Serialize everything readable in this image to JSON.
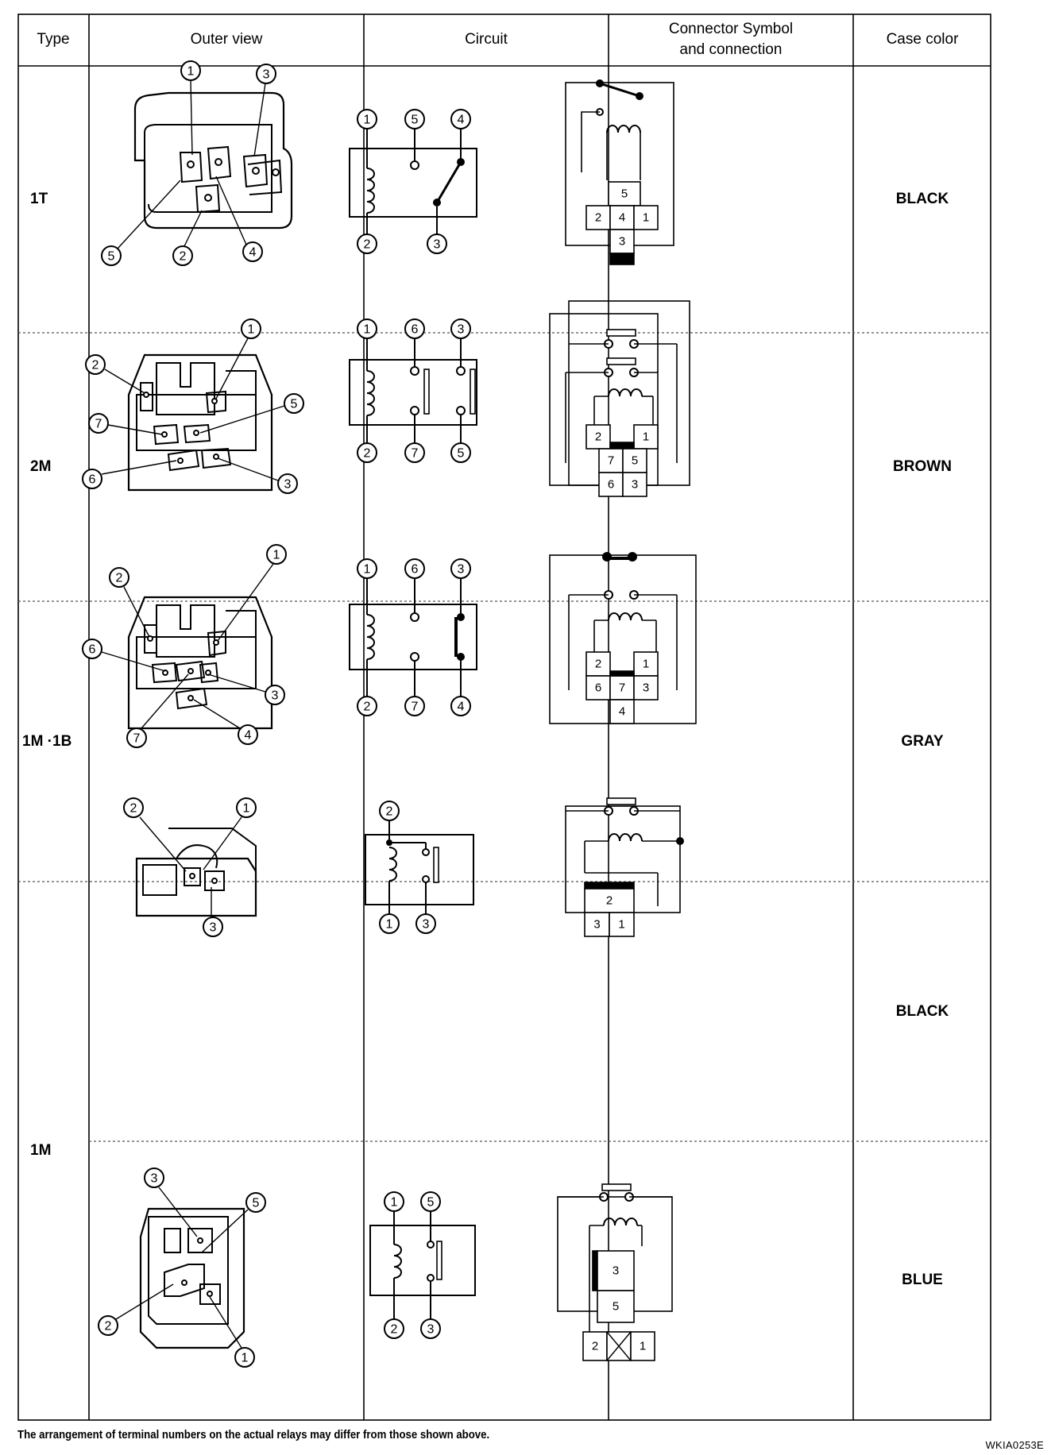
{
  "headers": {
    "type": "Type",
    "outer_view": "Outer view",
    "circuit": "Circuit",
    "connector_line1": "Connector Symbol",
    "connector_line2": "and connection",
    "case_color": "Case color"
  },
  "rows": [
    {
      "type": "1T",
      "case_color": "BLACK",
      "outer_terminals": [
        "1",
        "3",
        "5",
        "2",
        "4"
      ],
      "circuit_terminals": [
        "1",
        "5",
        "4",
        "2",
        "3"
      ],
      "connector_terminals": [
        "5",
        "2",
        "4",
        "1",
        "3"
      ]
    },
    {
      "type": "2M",
      "case_color": "BROWN",
      "outer_terminals": [
        "1",
        "2",
        "5",
        "7",
        "6",
        "3"
      ],
      "circuit_terminals": [
        "1",
        "6",
        "3",
        "2",
        "7",
        "5"
      ],
      "connector_terminals": [
        "2",
        "1",
        "7",
        "5",
        "6",
        "3"
      ]
    },
    {
      "type": "1M ·1B",
      "case_color": "GRAY",
      "outer_terminals": [
        "1",
        "2",
        "6",
        "3",
        "7",
        "4"
      ],
      "circuit_terminals": [
        "1",
        "6",
        "3",
        "2",
        "7",
        "4"
      ],
      "connector_terminals": [
        "2",
        "1",
        "6",
        "7",
        "3",
        "4"
      ]
    },
    {
      "type": "1M",
      "case_color": "BLACK",
      "outer_terminals": [
        "2",
        "1",
        "3"
      ],
      "circuit_terminals": [
        "2",
        "1",
        "3"
      ],
      "connector_terminals": [
        "2",
        "3",
        "1"
      ]
    },
    {
      "type": "",
      "case_color": "BLUE",
      "outer_terminals": [
        "3",
        "5",
        "2",
        "1"
      ],
      "circuit_terminals": [
        "1",
        "5",
        "2",
        "3"
      ],
      "connector_terminals": [
        "3",
        "5",
        "2",
        "1"
      ]
    }
  ],
  "footnote": "The arrangement of terminal numbers on the actual relays may differ from those shown above.",
  "figure_code": "WKIA0253E"
}
